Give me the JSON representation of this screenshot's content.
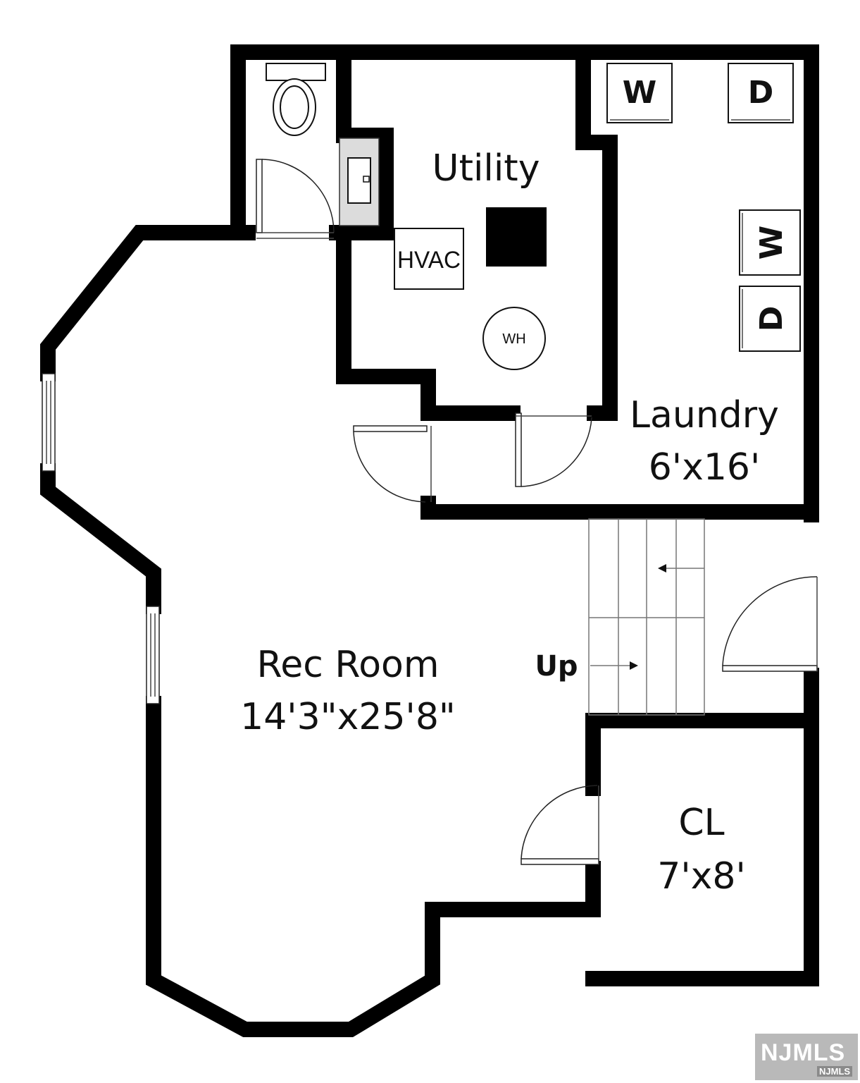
{
  "rooms": {
    "utility": {
      "name": "Utility"
    },
    "laundry": {
      "name": "Laundry",
      "dimensions": "6'x16'"
    },
    "rec_room": {
      "name": "Rec Room",
      "dimensions": "14'3\"x25'8\""
    },
    "closet": {
      "name": "CL",
      "dimensions": "7'x8'"
    }
  },
  "fixtures": {
    "washer_1": "W",
    "dryer_1": "D",
    "washer_2": "W",
    "dryer_2": "D",
    "hvac": "HVAC",
    "water_heater": "WH"
  },
  "stairs": {
    "label": "Up"
  },
  "watermark": {
    "main": "NJMLS",
    "sub": "NJMLS"
  }
}
